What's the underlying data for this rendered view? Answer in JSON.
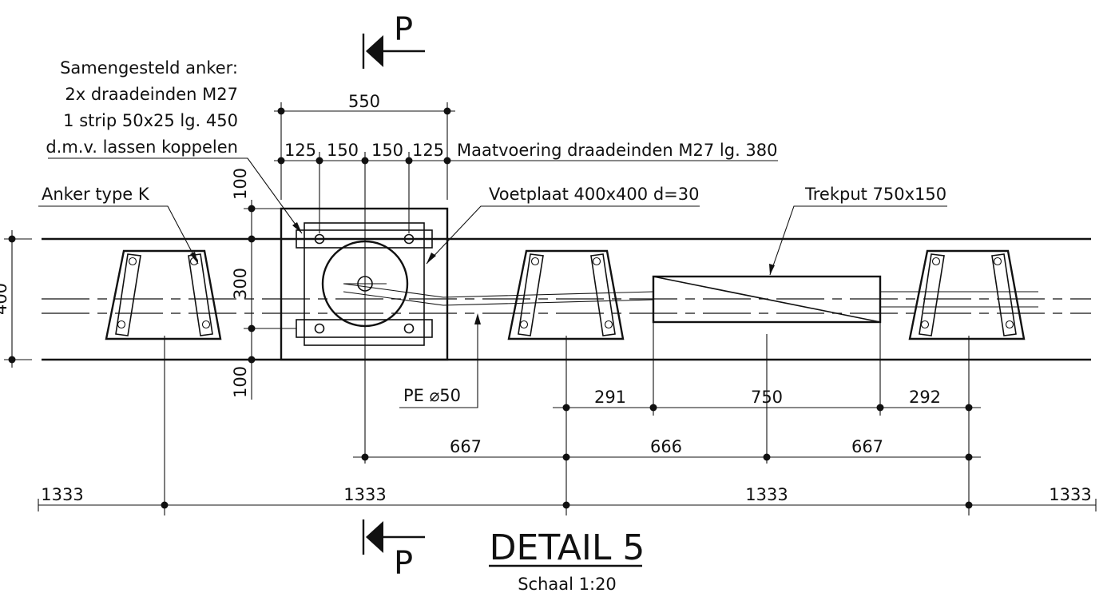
{
  "notes": {
    "anchor_composite": [
      "Samengesteld anker:",
      "2x draadeinden M27",
      "1 strip 50x25 lg. 450",
      "d.m.v. lassen koppelen"
    ],
    "anchor_type": "Anker type K",
    "threaded_ends_dim": "Maatvoering draadeinden M27 lg. 380",
    "footplate": "Voetplaat 400x400 d=30",
    "pull_pit": "Trekput 750x150",
    "pipe": "PE ⌀50"
  },
  "dimensions": {
    "top_total": "550",
    "top_parts": [
      "125",
      "150",
      "150",
      "125"
    ],
    "left_vertical": [
      "100",
      "300",
      "100"
    ],
    "left_edge": "400",
    "row1": [
      "291",
      "750",
      "292"
    ],
    "row2": [
      "667",
      "666",
      "667"
    ],
    "row3": [
      "1333",
      "1333",
      "1333",
      "1333"
    ]
  },
  "section": {
    "marker": "P"
  },
  "detail": {
    "title": "DETAIL 5",
    "scale": "Schaal 1:20"
  }
}
